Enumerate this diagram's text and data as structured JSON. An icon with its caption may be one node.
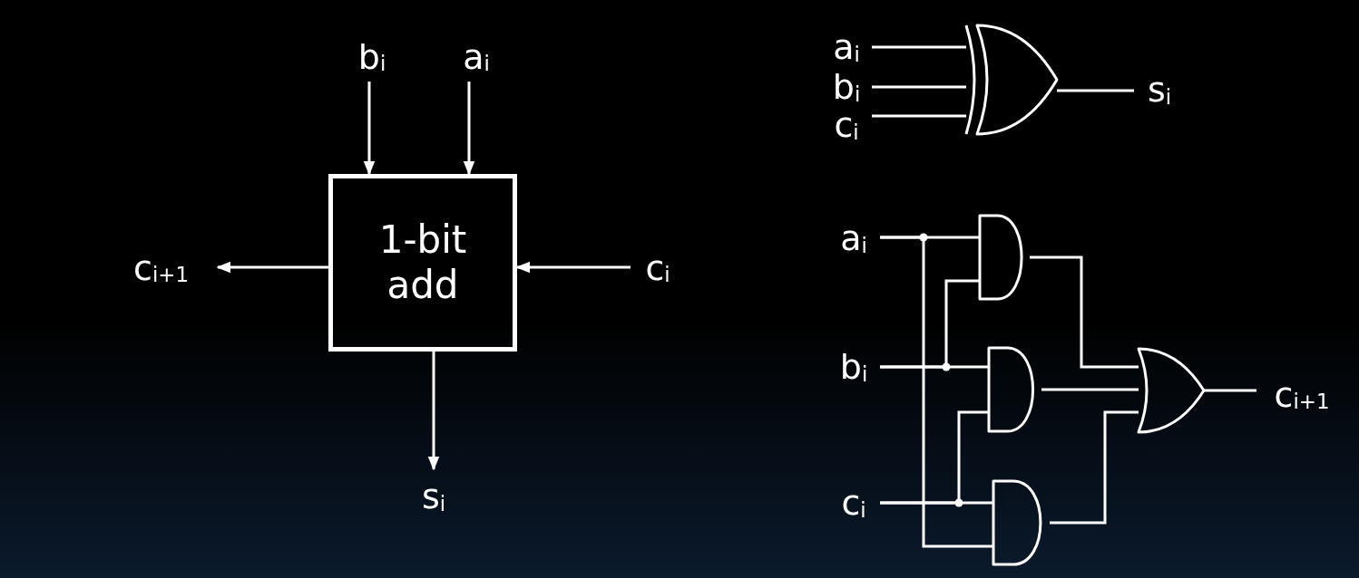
{
  "diagram": {
    "nodes": [
      {
        "text": [
          "1-bit add"
        ]
      },
      {
        "text": [
          "b$_{i}$"
        ]
      },
      {
        "text": [
          "a$_{i}$"
        ]
      },
      {
        "text": [
          "c$_{i}$"
        ]
      },
      {
        "text": [
          "c$_{i+1}$"
        ]
      },
      {
        "text": [
          "s$_{i}$"
        ]
      },
      {
        "text": [
          "a$_{i}$"
        ]
      },
      {
        "text": [
          "b$_{i}$"
        ]
      },
      {
        "text": [
          "c$_{i}$"
        ]
      },
      {
        "text": [],
        "shape": "xor"
      },
      {
        "text": [
          "s$_{i}$"
        ]
      },
      {
        "text": [
          "a$_{i}$"
        ]
      },
      {
        "text": [
          "b$_{i}$"
        ]
      },
      {
        "text": [
          "c$_{i}$"
        ]
      },
      {
        "text": [],
        "shape": "and"
      },
      {
        "text": [],
        "shape": "and"
      },
      {
        "text": [],
        "shape": "and"
      },
      {
        "text": [],
        "shape": "or"
      },
      {
        "text": [
          "c$_{i+1}$"
        ]
      }
    ],
    "edges": [
      {
        "from": 1,
        "to": 0,
        "arrow": "to"
      },
      {
        "from": 2,
        "to": 0,
        "arrow": "to"
      },
      {
        "from": 3,
        "to": 0,
        "arrow": "to"
      },
      {
        "from": 0,
        "to": 4,
        "arrow": "to"
      },
      {
        "from": 0,
        "to": 5,
        "arrow": "to"
      },
      {
        "from": 6,
        "to": 9,
        "arrow": "none"
      },
      {
        "from": 7,
        "to": 9,
        "arrow": "none"
      },
      {
        "from": 8,
        "to": 9,
        "arrow": "none"
      },
      {
        "from": 9,
        "to": 10,
        "arrow": "none"
      },
      {
        "from": 11,
        "to": 14,
        "arrow": "none"
      },
      {
        "from": 11,
        "to": 16,
        "arrow": "none"
      },
      {
        "from": 12,
        "to": 15,
        "arrow": "none"
      },
      {
        "from": 12,
        "to": 14,
        "arrow": "none"
      },
      {
        "from": 13,
        "to": 16,
        "arrow": "none"
      },
      {
        "from": 13,
        "to": 15,
        "arrow": "none"
      },
      {
        "from": 14,
        "to": 17,
        "arrow": "none"
      },
      {
        "from": 15,
        "to": 17,
        "arrow": "none"
      },
      {
        "from": 16,
        "to": 17,
        "arrow": "none"
      },
      {
        "from": 17,
        "to": 18,
        "arrow": "none"
      }
    ]
  }
}
